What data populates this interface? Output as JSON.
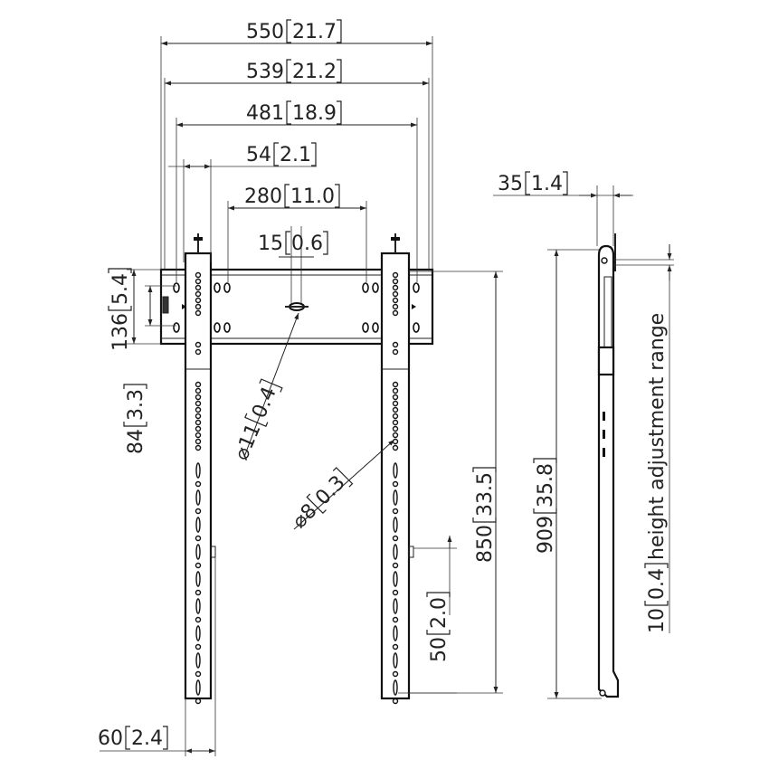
{
  "front_view": {
    "overall_width": {
      "value": "550",
      "inch": "21.7"
    },
    "rail_width": {
      "value": "539",
      "inch": "21.2"
    },
    "outer_hole_spacing": {
      "value": "481",
      "inch": "18.9"
    },
    "upright_offset": {
      "value": "54",
      "inch": "2.1"
    },
    "inner_hole_spacing": {
      "value": "280",
      "inch": "11.0"
    },
    "center_slot": {
      "value": "15",
      "inch": "0.6"
    },
    "rail_height": {
      "value": "136",
      "inch": "5.4"
    },
    "hole_vertical_spacing": {
      "value": "84",
      "inch": "3.3"
    },
    "rail_hole_diameter": {
      "value": "⌀11",
      "inch": "0.4"
    },
    "upright_hole_diameter": {
      "value": "⌀8",
      "inch": "0.3"
    },
    "upright_length": {
      "value": "850",
      "inch": "33.5"
    },
    "stop_distance": {
      "value": "50",
      "inch": "2.0"
    },
    "upright_width": {
      "value": "60",
      "inch": "2.4"
    }
  },
  "side_view": {
    "depth": {
      "value": "35",
      "inch": "1.4"
    },
    "overall_height": {
      "value": "909",
      "inch": "35.8"
    },
    "height_adjustment": {
      "value": "10",
      "inch": "0.4",
      "label": "height adjustment range"
    }
  }
}
